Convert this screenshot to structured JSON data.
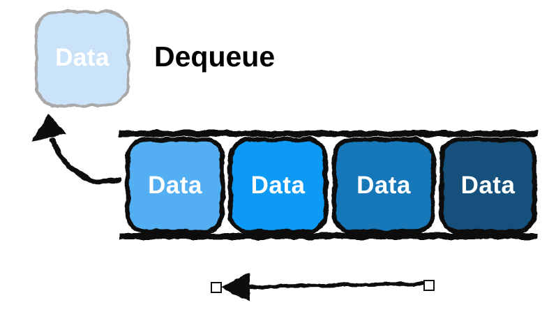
{
  "title": "Dequeue",
  "dequeued_item": {
    "label": "Data",
    "fill": "#CBE3F9",
    "border_color": "#A9A9A9",
    "text_color": "#FFFFFF"
  },
  "queue": {
    "items": [
      {
        "label": "Data",
        "fill": "#52AFF1"
      },
      {
        "label": "Data",
        "fill": "#089AF4"
      },
      {
        "label": "Data",
        "fill": "#1377B9"
      },
      {
        "label": "Data",
        "fill": "#15517D"
      }
    ]
  },
  "arrows": {
    "dequeue_arrow": "curved arrow from queue front to dequeued item",
    "direction_arrow": "horizontal arrow pointing left (toward queue front)"
  },
  "colors": {
    "ink": "#111111",
    "rail": "#111111",
    "handle_fill": "#FFFFFF",
    "label_text": "#FFFFFF",
    "title_text": "#000000"
  }
}
